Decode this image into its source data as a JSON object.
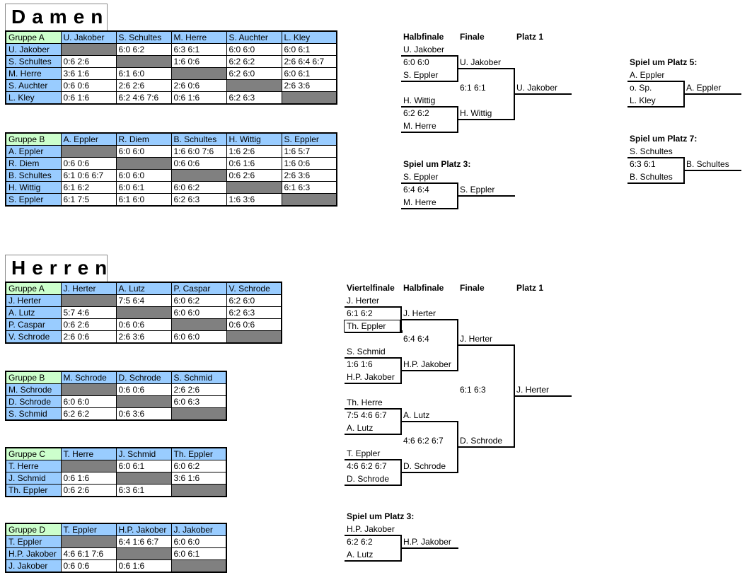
{
  "damen": {
    "title": "Damen",
    "gruppe_a": {
      "label": "Gruppe A",
      "players": [
        "U. Jakober",
        "S. Schultes",
        "M. Herre",
        "S. Auchter",
        "L. Kley"
      ],
      "rows": [
        [
          "",
          "6:0  6:2",
          "6:3  6:1",
          "6:0  6:0",
          "6:0  6:1"
        ],
        [
          "0:6  2:6",
          "",
          "1:6  0:6",
          "6:2  6:2",
          "2:6  6:4  6:7"
        ],
        [
          "3:6  1:6",
          "6:1  6:0",
          "",
          "6:2  6:0",
          "6:0  6:1"
        ],
        [
          "0:6  0:6",
          "2:6  2:6",
          "2:6  0:6",
          "",
          "2:6  3:6"
        ],
        [
          "0:6  1:6",
          "6:2  4:6  7:6",
          "0:6  1:6",
          "6:2  6:3",
          ""
        ]
      ]
    },
    "gruppe_b": {
      "label": "Gruppe B",
      "players": [
        "A. Eppler",
        "R. Diem",
        "B. Schultes",
        "H. Wittig",
        "S. Eppler"
      ],
      "rows": [
        [
          "",
          "6:0  6:0",
          "1:6  6:0  7:6",
          "1:6  2:6",
          "1:6  5:7"
        ],
        [
          "0:6  0:6",
          "",
          "0:6  0:6",
          "0:6  1:6",
          "1:6  0:6"
        ],
        [
          "6:1  0:6  6:7",
          "6:0  6:0",
          "",
          "0:6  2:6",
          "2:6  3:6"
        ],
        [
          "6:1  6:2",
          "6:0  6:1",
          "6:0  6:2",
          "",
          "6:1  6:3"
        ],
        [
          "6:1  7:5",
          "6:1  6:0",
          "6:2  6:3",
          "1:6  3:6",
          ""
        ]
      ]
    },
    "bracket": {
      "h_halbfinale": "Halbfinale",
      "h_finale": "Finale",
      "h_platz1": "Platz 1",
      "sf1_top": "U. Jakober",
      "sf1_score": "6:0  6:0",
      "sf1_bottom": "S. Eppler",
      "f_top": "U. Jakober",
      "f_score": "6:1  6:1",
      "winner": "U. Jakober",
      "sf2_top": "H. Wittig",
      "sf2_score": "6:2  6:2",
      "sf2_bottom": "M. Herre",
      "f_bottom": "H. Wittig",
      "p3_title": "Spiel um Platz 3:",
      "p3_top": "S. Eppler",
      "p3_score": "6:4  6:4",
      "p3_bottom": "M. Herre",
      "p3_winner": "S. Eppler",
      "p5_title": "Spiel um Platz 5:",
      "p5_top": "A. Eppler",
      "p5_score": "o. Sp.",
      "p5_bottom": "L. Kley",
      "p5_winner": "A. Eppler",
      "p7_title": "Spiel um Platz 7:",
      "p7_top": "S. Schultes",
      "p7_score": "6:3  6:1",
      "p7_bottom": "B. Schultes",
      "p7_winner": "B. Schultes"
    }
  },
  "herren": {
    "title": "Herren",
    "gruppe_a": {
      "label": "Gruppe A",
      "players": [
        "J. Herter",
        "A. Lutz",
        "P. Caspar",
        "V. Schrode"
      ],
      "rows": [
        [
          "",
          "7:5  6:4",
          "6:0  6:2",
          "6:2  6:0"
        ],
        [
          "5:7  4:6",
          "",
          "6:0  6:0",
          "6:2  6:3"
        ],
        [
          "0:6  2:6",
          "0:6  0:6",
          "",
          "0:6  0:6"
        ],
        [
          "2:6  0:6",
          "2:6  3:6",
          "6:0  6:0",
          ""
        ]
      ]
    },
    "gruppe_b": {
      "label": "Gruppe B",
      "players": [
        "M. Schrode",
        "D. Schrode",
        "S. Schmid"
      ],
      "rows": [
        [
          "",
          "0:6  0:6",
          "2:6  2:6"
        ],
        [
          "6:0  6:0",
          "",
          "6:0  6:3"
        ],
        [
          "6:2  6:2",
          "0:6  3:6",
          ""
        ]
      ]
    },
    "gruppe_c": {
      "label": "Gruppe C",
      "players": [
        "T. Herre",
        "J. Schmid",
        "Th. Eppler"
      ],
      "rows": [
        [
          "",
          "6:0  6:1",
          "6:0  6:2"
        ],
        [
          "0:6  1:6",
          "",
          "3:6  1:6"
        ],
        [
          "0:6  2:6",
          "6:3  6:1",
          ""
        ]
      ]
    },
    "gruppe_d": {
      "label": "Gruppe D",
      "players": [
        "T. Eppler",
        "H.P. Jakober",
        "J. Jakober"
      ],
      "rows": [
        [
          "",
          "6:4  1:6  6:7",
          "6:0  6:0"
        ],
        [
          "4:6  6:1  7:6",
          "",
          "6:0  6:1"
        ],
        [
          "0:6  0:6",
          "0:6  1:6",
          ""
        ]
      ]
    },
    "bracket": {
      "h_viertelfinale": "Viertelfinale",
      "h_halbfinale": "Halbfinale",
      "h_finale": "Finale",
      "h_platz1": "Platz 1",
      "qf1_top": "J. Herter",
      "qf1_score": "6:1  6:2",
      "qf1_bottom": "Th. Eppler",
      "qf2_top": "S. Schmid",
      "qf2_score": "1:6  1:6",
      "qf2_bottom": "H.P. Jakober",
      "qf3_top": "Th. Herre",
      "qf3_score": "7:5  4:6  6:7",
      "qf3_bottom": "A. Lutz",
      "qf4_top": "T. Eppler",
      "qf4_score": "4:6  6:2  6:7",
      "qf4_bottom": "D. Schrode",
      "sf1_top": "J. Herter",
      "sf1_score": "6:4  6:4",
      "sf1_bottom": "H.P. Jakober",
      "sf2_top": "A. Lutz",
      "sf2_score": "4:6  6:2  6:7",
      "sf2_bottom": "D. Schrode",
      "f_top": "J. Herter",
      "f_score": "6:1  6:3",
      "f_bottom": "D. Schrode",
      "winner": "J. Herter",
      "p3_title": "Spiel um Platz 3:",
      "p3_top": "H.P. Jakober",
      "p3_score": "6:2  6:2",
      "p3_bottom": "A. Lutz",
      "p3_winner": "H.P. Jakober"
    }
  }
}
